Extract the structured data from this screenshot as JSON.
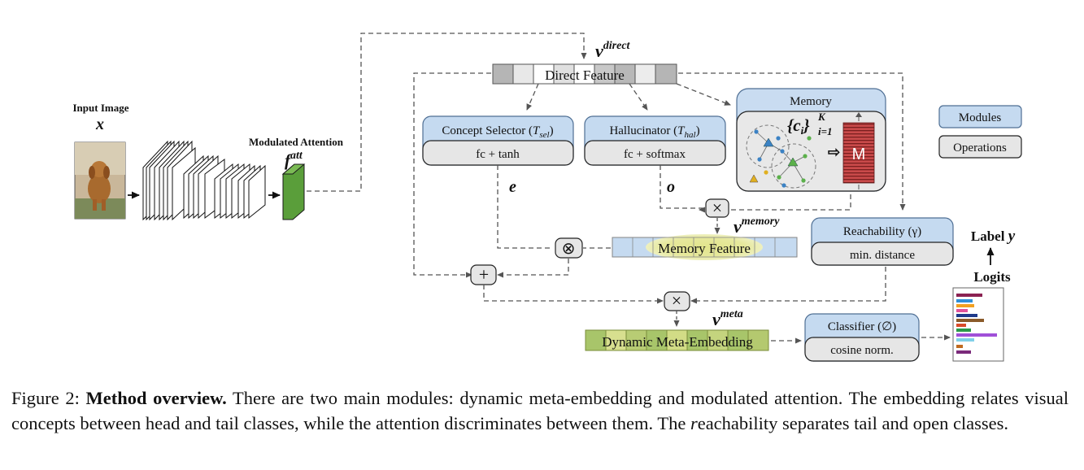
{
  "input": {
    "label": "Input Image",
    "var": "x"
  },
  "modulated_attention": {
    "label": "Modulated Attention",
    "var_main": "f",
    "var_sup": "att"
  },
  "direct": {
    "var_main": "v",
    "var_sup": "direct",
    "label": "Direct Feature"
  },
  "concept_selector": {
    "title": "Concept Selector (",
    "sym": "T",
    "sub": "sel",
    "close": ")",
    "op": "fc + tanh",
    "out": "e"
  },
  "hallucinator": {
    "title": "Hallucinator (",
    "sym": "T",
    "sub": "hal",
    "close": ")",
    "op": "fc + softmax",
    "out": "o"
  },
  "memory": {
    "title": "Memory",
    "set_open": "{c",
    "set_sub": "i",
    "set_close": "}",
    "set_sub2": "i=1",
    "set_sup": "K",
    "block": "M"
  },
  "memory_feature": {
    "var_main": "v",
    "var_sup": "memory",
    "label": "Memory Feature"
  },
  "reachability": {
    "title": "Reachability (γ)",
    "op": "min. distance"
  },
  "meta": {
    "var_main": "v",
    "var_sup": "meta",
    "label": "Dynamic Meta-Embedding"
  },
  "classifier": {
    "title": "Classifier (∅)",
    "op": "cosine norm."
  },
  "label": {
    "text": "Label ",
    "var": "y"
  },
  "logits": {
    "text": "Logits"
  },
  "legend": {
    "modules": "Modules",
    "operations": "Operations"
  },
  "ops": {
    "times": "×",
    "otimes": "⊗",
    "plus": "+"
  },
  "caption": {
    "prefix": "Figure 2:  ",
    "bold": "Method overview.",
    "part1": "  There are two main modules: dynamic meta-embedding and modulated attention.  The embedding relates visual concepts between head and tail classes, while the attention discriminates between them.  The ",
    "italic": "r",
    "part2": "eachability separates tail and open classes."
  },
  "colors": {
    "module_fill": "#c5daf0",
    "module_stroke": "#4f6f94",
    "op_fill": "#e6e6e6",
    "op_stroke": "#222222",
    "attention_green": "#5a9e3a",
    "meta_green": "#a8c56a",
    "memory_fill": "#c9dcf1",
    "memory_yellow": "#e5e79a"
  }
}
